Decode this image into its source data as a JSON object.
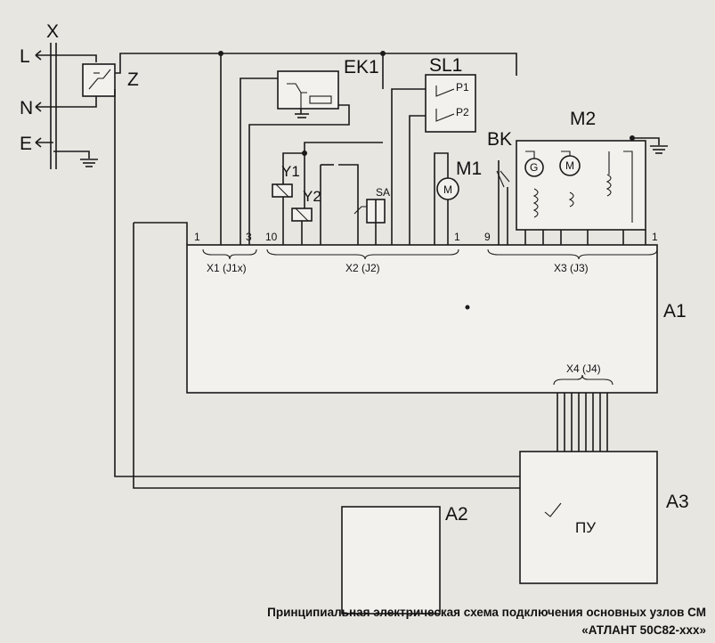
{
  "diagram": {
    "terminals": {
      "l": "L",
      "n": "N",
      "e": "E",
      "x": "X"
    },
    "components": {
      "z": "Z",
      "ek1": "EK1",
      "sl1": "SL1",
      "p1": "P1",
      "p2": "P2",
      "m1": "M1",
      "m2": "M2",
      "bk": "BK",
      "y1": "Y1",
      "y2": "Y2",
      "sa": "SA",
      "motor_symbol": "M",
      "generator_symbol": "G"
    },
    "modules": {
      "a1": "A1",
      "a2": "A2",
      "a3": "A3",
      "pu": "ПУ"
    },
    "connectors": {
      "x1": "X1 (J1x)",
      "x2": "X2 (J2)",
      "x3": "X3 (J3)",
      "x4": "X4 (J4)"
    },
    "pins": {
      "x1_start": "1",
      "x1_end": "3",
      "x2_start": "10",
      "x2_end": "1",
      "x3_start": "9",
      "x3_end": "1"
    }
  },
  "caption": {
    "line1": "Принципиальная электрическая схема подключения основных узлов СМ",
    "line2": "«АТЛАНТ 50С82-xxx»"
  }
}
